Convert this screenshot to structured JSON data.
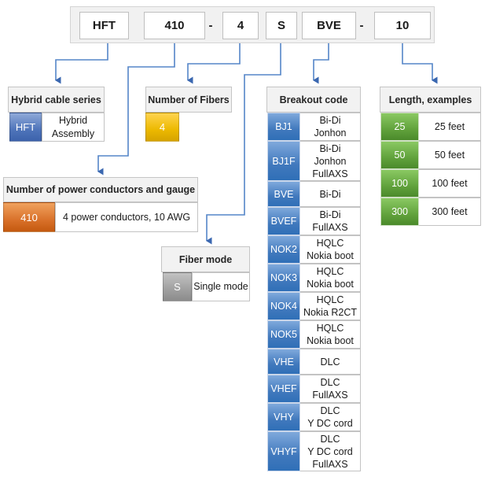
{
  "part_code": {
    "segments": [
      "HFT",
      "410",
      "-",
      "4",
      "S",
      "BVE",
      "-",
      "10"
    ]
  },
  "series": {
    "title": "Hybrid cable series",
    "code": "HFT",
    "desc": "Hybrid\nAssembly"
  },
  "fibers": {
    "title": "Number of Fibers",
    "code": "4"
  },
  "power": {
    "title": "Number of power conductors and gauge",
    "code": "410",
    "desc": "4 power conductors, 10 AWG"
  },
  "fiber_mode": {
    "title": "Fiber mode",
    "code": "S",
    "desc": "Single mode"
  },
  "breakout": {
    "title": "Breakout code",
    "rows": [
      {
        "code": "BJ1",
        "desc": "Bi-Di\nJonhon"
      },
      {
        "code": "BJ1F",
        "desc": "Bi-Di\nJonhon\nFullAXS"
      },
      {
        "code": "BVE",
        "desc": "Bi-Di"
      },
      {
        "code": "BVEF",
        "desc": "Bi-Di\nFullAXS"
      },
      {
        "code": "NOK2",
        "desc": "HQLC\nNokia boot"
      },
      {
        "code": "NOK3",
        "desc": "HQLC\nNokia boot"
      },
      {
        "code": "NOK4",
        "desc": "HQLC\nNokia R2CT"
      },
      {
        "code": "NOK5",
        "desc": "HQLC\nNokia boot"
      },
      {
        "code": "VHE",
        "desc": "DLC"
      },
      {
        "code": "VHEF",
        "desc": "DLC\nFullAXS"
      },
      {
        "code": "VHY",
        "desc": "DLC\nY DC cord"
      },
      {
        "code": "VHYF",
        "desc": "DLC\nY DC cord\nFullAXS"
      }
    ]
  },
  "length": {
    "title": "Length, examples",
    "rows": [
      {
        "code": "25",
        "desc": "25 feet"
      },
      {
        "code": "50",
        "desc": "50 feet"
      },
      {
        "code": "100",
        "desc": "100 feet"
      },
      {
        "code": "300",
        "desc": "300 feet"
      }
    ]
  },
  "colors": {
    "connector": "#5585c8",
    "arrowhead": "#3a67b0",
    "header_bg": "#f2f2f2",
    "series_blue": "#3c62ab",
    "breakout_blue": "#2f6fb7",
    "orange": "#c4590f",
    "gold": "#ecb900",
    "gray": "#a0a0a0",
    "green": "#4b8a2b"
  }
}
